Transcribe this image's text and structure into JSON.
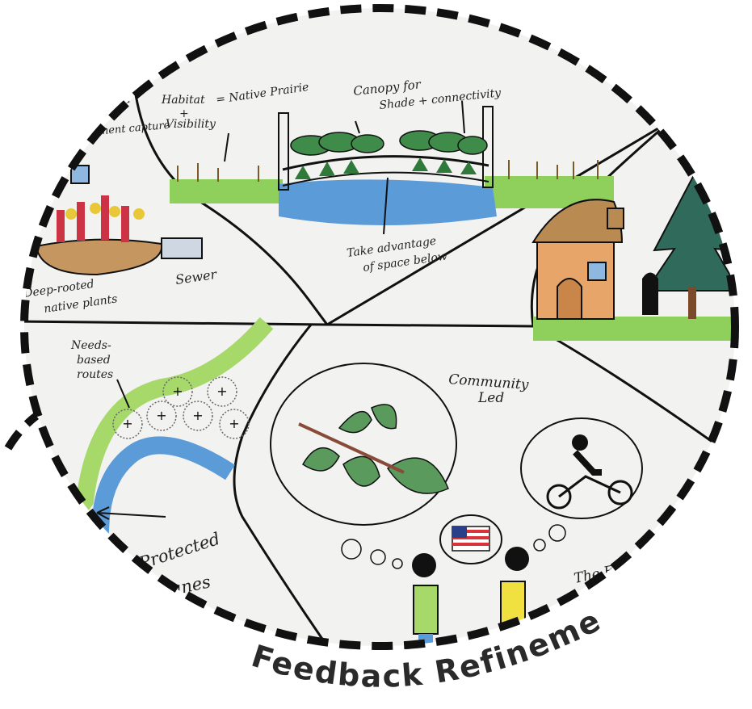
{
  "labels": {
    "stormwater": "...ment\ncapture",
    "habitat_line1": "Habitat",
    "habitat_plus": "+",
    "habitat_line2": "Visibility",
    "native_prairie": "= Native\nPrairie",
    "canopy_line1": "Canopy for",
    "canopy_line2": "Shade + connectivity",
    "take_line1": "Take advantage",
    "take_line2": "of space below",
    "deep_line1": "Deep-rooted",
    "deep_line2": "native plants",
    "sewer": "Sewer",
    "needs_line1": "Needs-",
    "needs_line2": "based",
    "needs_line3": "routes",
    "community_line1": "Community",
    "community_line2": "Led",
    "protected_line1": "Protected",
    "protected_line2": "Lanes",
    "the_f": "The F"
  },
  "title": "Feedback Refinement",
  "colors": {
    "outline": "#111111",
    "water": "#5b9bd8",
    "grass": "#7ec850",
    "tree": "#3f8b4a",
    "house": "#e7a56a",
    "roof": "#b98a52",
    "leaf": "#5a9a5c",
    "shirt_green": "#a6d86a",
    "shirt_yellow": "#f0e040"
  }
}
